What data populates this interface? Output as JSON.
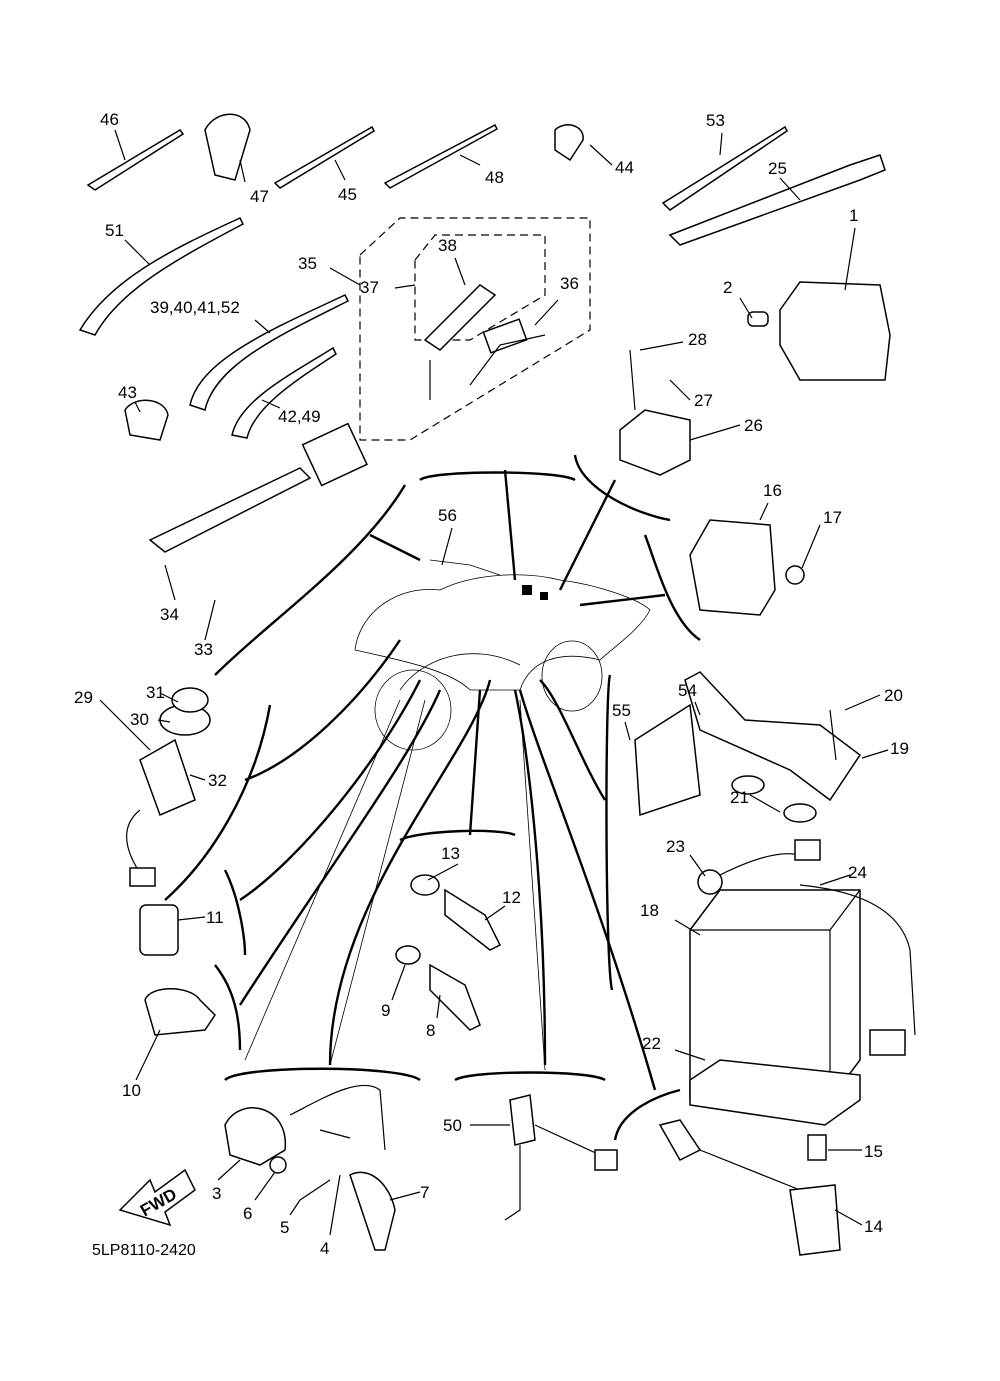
{
  "diagram": {
    "drawing_code": "5LP8110-2420",
    "fwd_arrow_text": "FWD",
    "callouts": [
      "46",
      "47",
      "45",
      "48",
      "44",
      "53",
      "25",
      "51",
      "35",
      "37",
      "38",
      "36",
      "1",
      "2",
      "28",
      "39,40,41,52",
      "43",
      "42,49",
      "27",
      "26",
      "16",
      "17",
      "56",
      "34",
      "33",
      "29",
      "31",
      "30",
      "32",
      "54",
      "55",
      "20",
      "19",
      "21",
      "23",
      "24",
      "13",
      "12",
      "18",
      "11",
      "9",
      "8",
      "10",
      "22",
      "50",
      "15",
      "3",
      "6",
      "7",
      "5",
      "4",
      "14"
    ]
  }
}
